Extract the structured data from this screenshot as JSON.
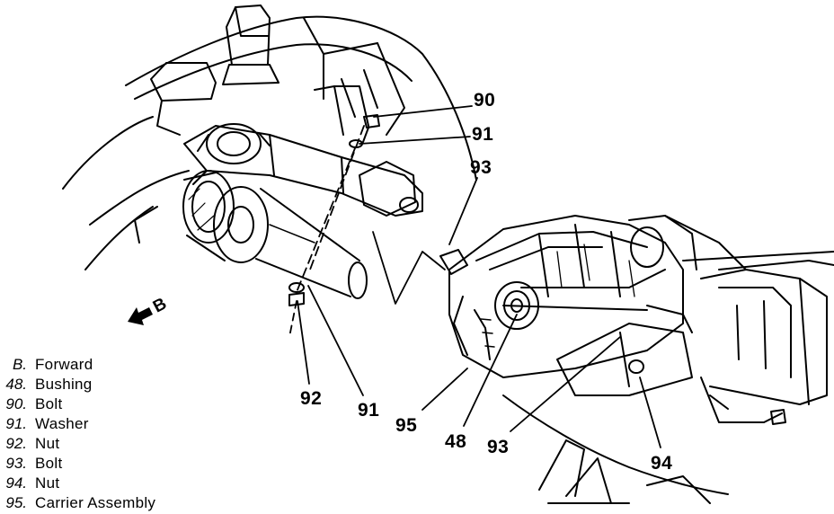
{
  "callouts": {
    "c90_top": "90",
    "c91_top": "91",
    "c93_top": "93",
    "c92": "92",
    "c91_bottom": "91",
    "c95": "95",
    "c48": "48",
    "c93_bottom": "93",
    "c94": "94"
  },
  "direction_marker": "B",
  "legend": [
    {
      "code": "B.",
      "label": "Forward"
    },
    {
      "code": "48.",
      "label": "Bushing"
    },
    {
      "code": "90.",
      "label": "Bolt"
    },
    {
      "code": "91.",
      "label": "Washer"
    },
    {
      "code": "92.",
      "label": "Nut"
    },
    {
      "code": "93.",
      "label": "Bolt"
    },
    {
      "code": "94.",
      "label": "Nut"
    },
    {
      "code": "95.",
      "label": "Carrier Assembly"
    }
  ]
}
